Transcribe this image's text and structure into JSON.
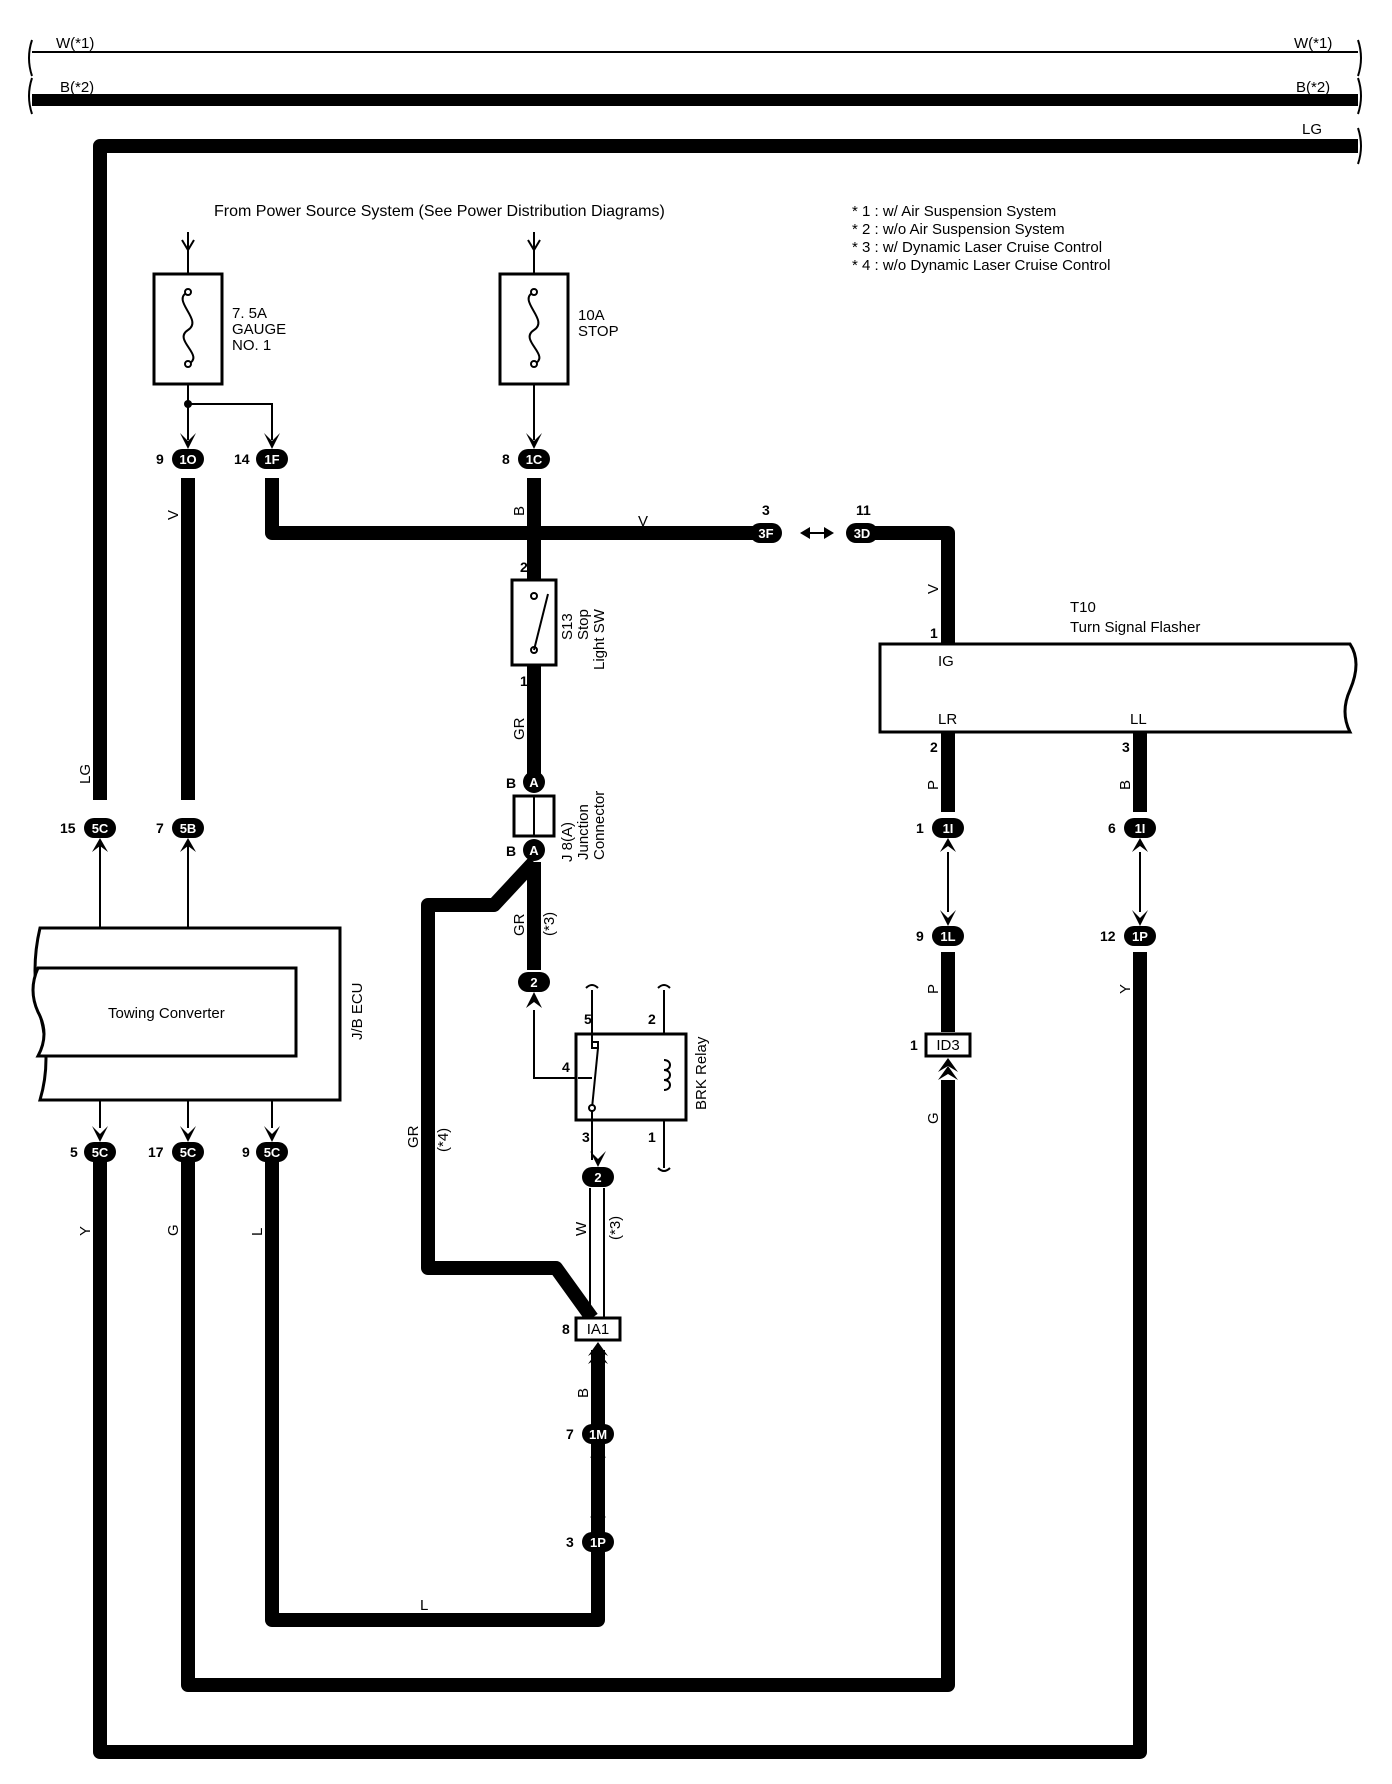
{
  "header_buses": {
    "w": "W(*1)",
    "b": "B(*2)",
    "lg": "LG"
  },
  "power_source_text": "From Power Source System (See Power Distribution Diagrams)",
  "notes": [
    "* 1 : w/ Air Suspension System",
    "* 2 : w/o Air Suspension System",
    "* 3 : w/ Dynamic Laser Cruise Control",
    "* 4 : w/o Dynamic Laser Cruise Control"
  ],
  "fuses": {
    "gauge": {
      "line1": "7. 5A",
      "line2": "GAUGE",
      "line3": "NO. 1"
    },
    "stop": {
      "line1": "10A",
      "line2": "STOP"
    }
  },
  "connectors": {
    "c1O": {
      "label": "1O",
      "pin": "9"
    },
    "c1F": {
      "label": "1F",
      "pin": "14"
    },
    "c1C": {
      "label": "1C",
      "pin": "8"
    },
    "c3F": {
      "label": "3F",
      "pin": "3"
    },
    "c3D": {
      "label": "3D",
      "pin": "11"
    },
    "c5C_15": {
      "label": "5C",
      "pin": "15"
    },
    "c5B": {
      "label": "5B",
      "pin": "7"
    },
    "cA_top": {
      "label": "A",
      "pin": "B"
    },
    "cA_bot": {
      "label": "A",
      "pin": "B"
    },
    "c2_top": {
      "label": "2"
    },
    "c2_bot": {
      "label": "2"
    },
    "c1I_1": {
      "label": "1I",
      "pin": "1"
    },
    "c1I_6": {
      "label": "1I",
      "pin": "6"
    },
    "c1L": {
      "label": "1L",
      "pin": "9"
    },
    "c1P_12": {
      "label": "1P",
      "pin": "12"
    },
    "cID3": {
      "label": "ID3",
      "pin": "1"
    },
    "c5C_5": {
      "label": "5C",
      "pin": "5"
    },
    "c5C_17": {
      "label": "5C",
      "pin": "17"
    },
    "c5C_9": {
      "label": "5C",
      "pin": "9"
    },
    "cIA1": {
      "label": "IA1",
      "pin": "8"
    },
    "c1M": {
      "label": "1M",
      "pin": "7"
    },
    "c1P_3": {
      "label": "1P",
      "pin": "3"
    }
  },
  "wire_colors": {
    "v_left": "V",
    "lg_left": "LG",
    "b_stop": "B",
    "v_mid": "V",
    "v_right": "V",
    "gr_sw": "GR",
    "gr_j8": "GR",
    "gr_j8_note": "(*3)",
    "gr_loop": "GR",
    "gr_loop_note": "(*4)",
    "w_relay": "W",
    "w_relay_note": "(*3)",
    "b_ia1": "B",
    "p_t10": "P",
    "b_t10": "B",
    "p_1l": "P",
    "y_1p": "Y",
    "g_id3": "G",
    "y_5c": "Y",
    "g_5c": "G",
    "l_5c": "L",
    "l_bottom": "L"
  },
  "components": {
    "stop_sw": {
      "code": "S13",
      "name_line1": "Stop",
      "name_line2": "Light SW",
      "pin_top": "2",
      "pin_bot": "1"
    },
    "junction": {
      "code": "J 8(A)",
      "name_line1": "Junction",
      "name_line2": "Connector"
    },
    "relay": {
      "name": "BRK Relay",
      "pin5": "5",
      "pin2": "2",
      "pin4": "4",
      "pin3": "3",
      "pin1": "1"
    },
    "flasher": {
      "code": "T10",
      "name": "Turn Signal Flasher",
      "pin_ig": "IG",
      "pin_lr": "LR",
      "pin_ll": "LL",
      "num_ig": "1",
      "num_lr": "2",
      "num_ll": "3"
    },
    "ecu": {
      "name": "J/B ECU",
      "inner": "Towing Converter"
    }
  }
}
